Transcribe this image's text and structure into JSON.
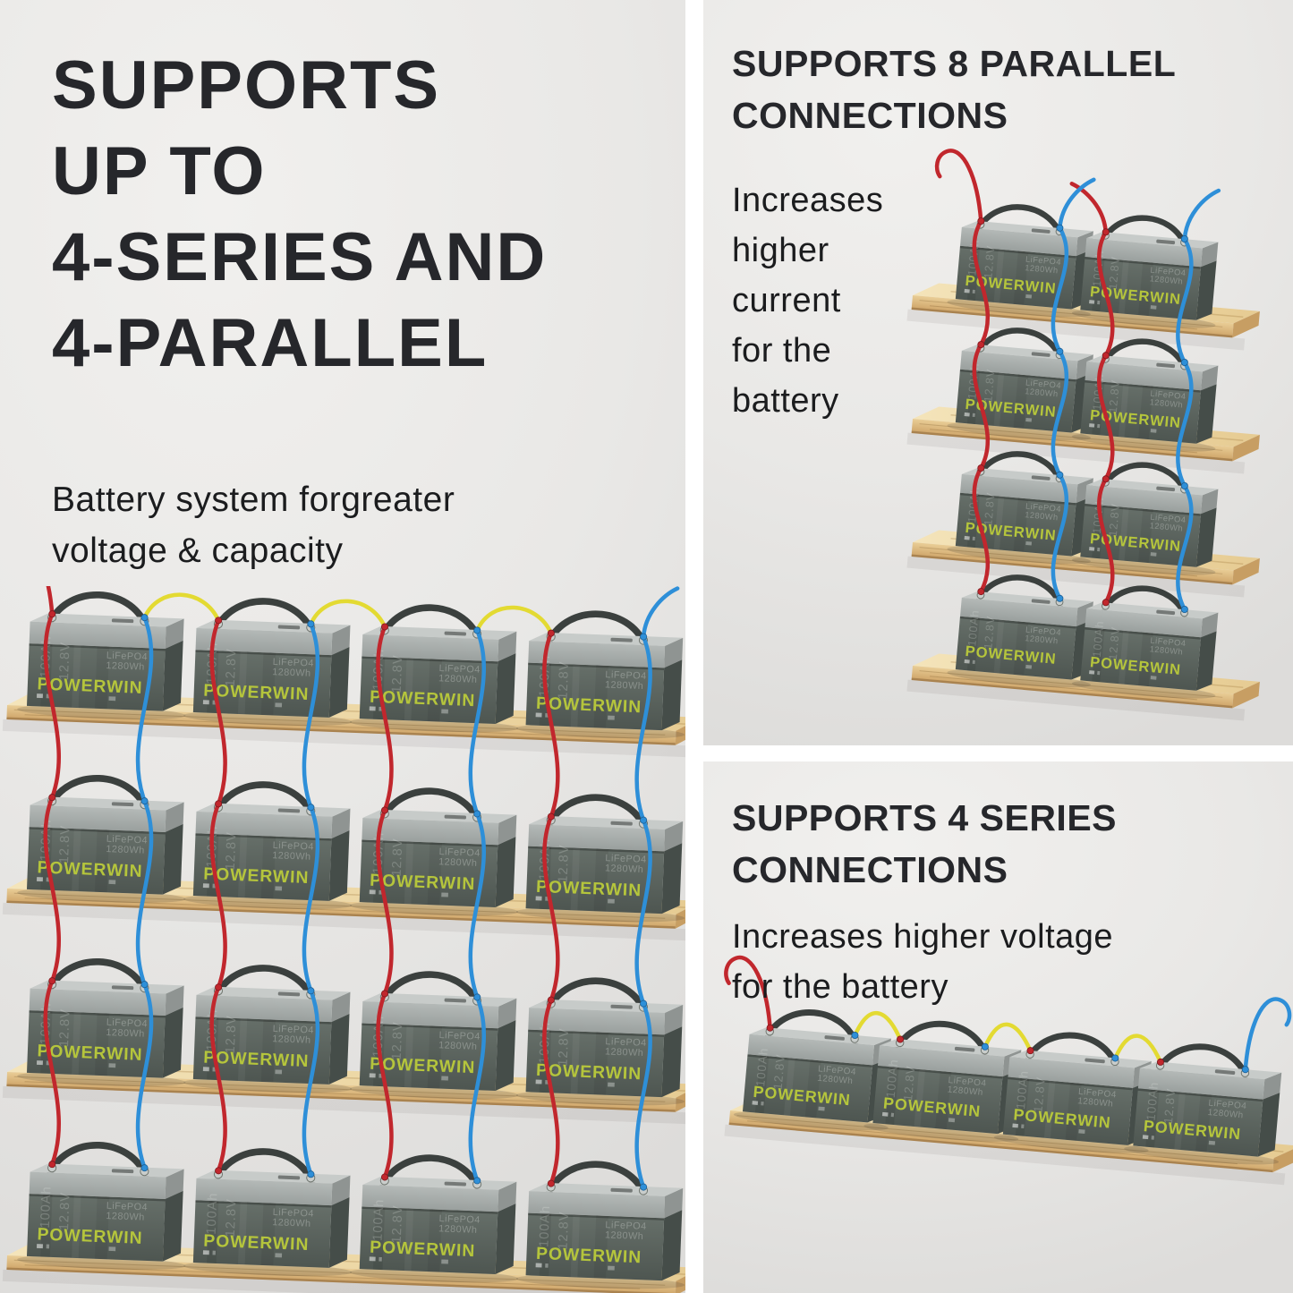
{
  "panels": {
    "left": {
      "title_lines": [
        "SUPPORTS",
        "UP TO",
        "4-SERIES AND",
        "4-PARALLEL"
      ],
      "subtitle_lines": [
        "Battery system forgreater",
        "voltage & capacity"
      ]
    },
    "top_right": {
      "title_lines": [
        "SUPPORTS 8 PARALLEL",
        "CONNECTIONS"
      ],
      "body_lines": [
        "Increases",
        "higher",
        "current",
        "for the",
        "battery"
      ]
    },
    "bottom_right": {
      "title_lines": [
        "SUPPORTS 4 SERIES",
        "CONNECTIONS"
      ],
      "body_lines": [
        "Increases higher voltage",
        "for the battery"
      ]
    }
  },
  "battery": {
    "brand": "POWERWIN",
    "capacity": "100Ah",
    "voltage": "12.8V",
    "chemistry": "LiFePO4",
    "energy": "1280Wh"
  },
  "colors": {
    "heading": "#26272b",
    "body_text": "#1b1c1e",
    "wood_top_light": "#f4e4ba",
    "wood_top_dark": "#e6cb92",
    "wood_front_light": "#e9cd96",
    "wood_front_dark": "#cda266",
    "wood_end": "#c79e63",
    "battery_front_light": "#666f69",
    "battery_front_dark": "#4e5651",
    "battery_side": "#454d49",
    "battery_side_lid": "#8f9492",
    "lid_front_light": "#b4b9b7",
    "lid_front_dark": "#9aa09e",
    "lid_top": "#c7cbc9",
    "handle": "#3b403e",
    "terminal": "#c9cdcb",
    "brand": "#b5c53c",
    "cable_red": "#c1272d",
    "cable_blue": "#2e8fd8",
    "cable_yellow": "#e3da32"
  }
}
